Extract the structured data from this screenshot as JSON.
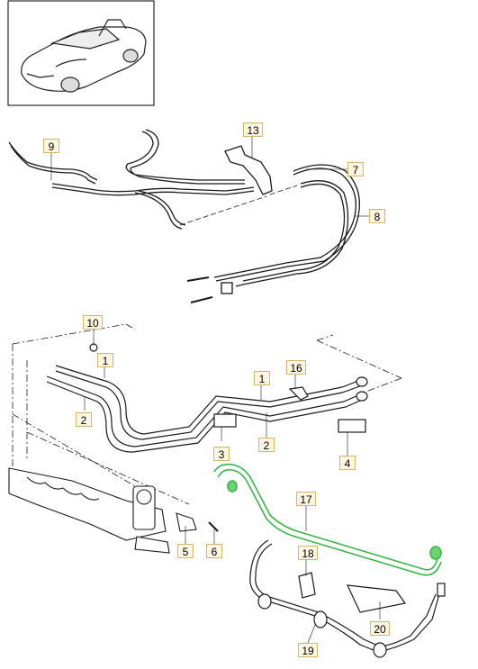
{
  "thumbnail": {
    "icon": "car-convertible-icon"
  },
  "callouts": {
    "c1a": "1",
    "c1b": "1",
    "c2a": "2",
    "c2b": "2",
    "c3": "3",
    "c4": "4",
    "c5": "5",
    "c6": "6",
    "c7": "7",
    "c8": "8",
    "c9": "9",
    "c10": "10",
    "c13": "13",
    "c16": "16",
    "c17": "17",
    "c18": "18",
    "c19": "19",
    "c20": "20"
  },
  "highlight_color": "#39b54a",
  "line_color": "#1a1a1a"
}
